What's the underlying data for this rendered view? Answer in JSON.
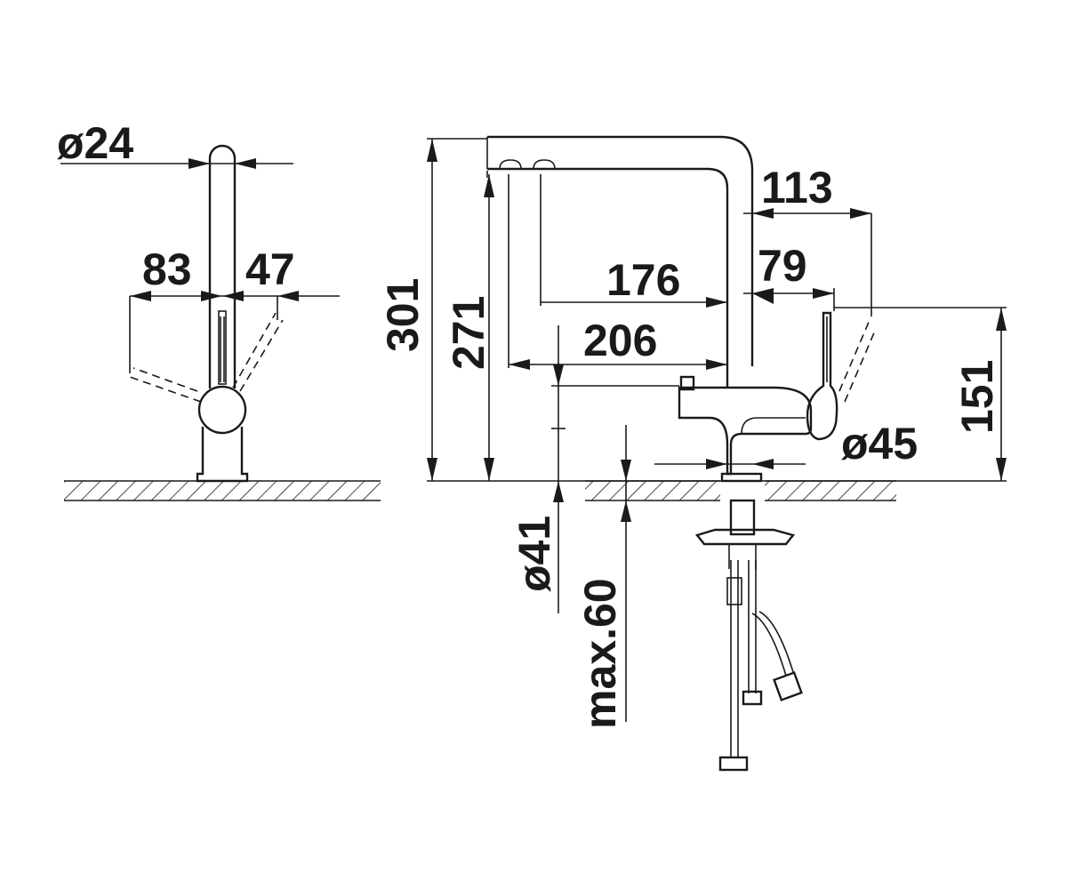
{
  "dimensions": {
    "side_pipe_diameter": "ø24",
    "side_left_offset": "83",
    "side_right_offset": "47",
    "total_height": "301",
    "outlet_height": "271",
    "spout_reach_inner": "176",
    "spout_reach_outer": "206",
    "head_offset": "113",
    "lever_offset": "79",
    "lever_height": "151",
    "base_diameter": "ø45",
    "hole_diameter": "ø41",
    "max_counter_thickness": "max.60"
  },
  "colors": {
    "line": "#1a1a1a",
    "background": "#ffffff"
  }
}
